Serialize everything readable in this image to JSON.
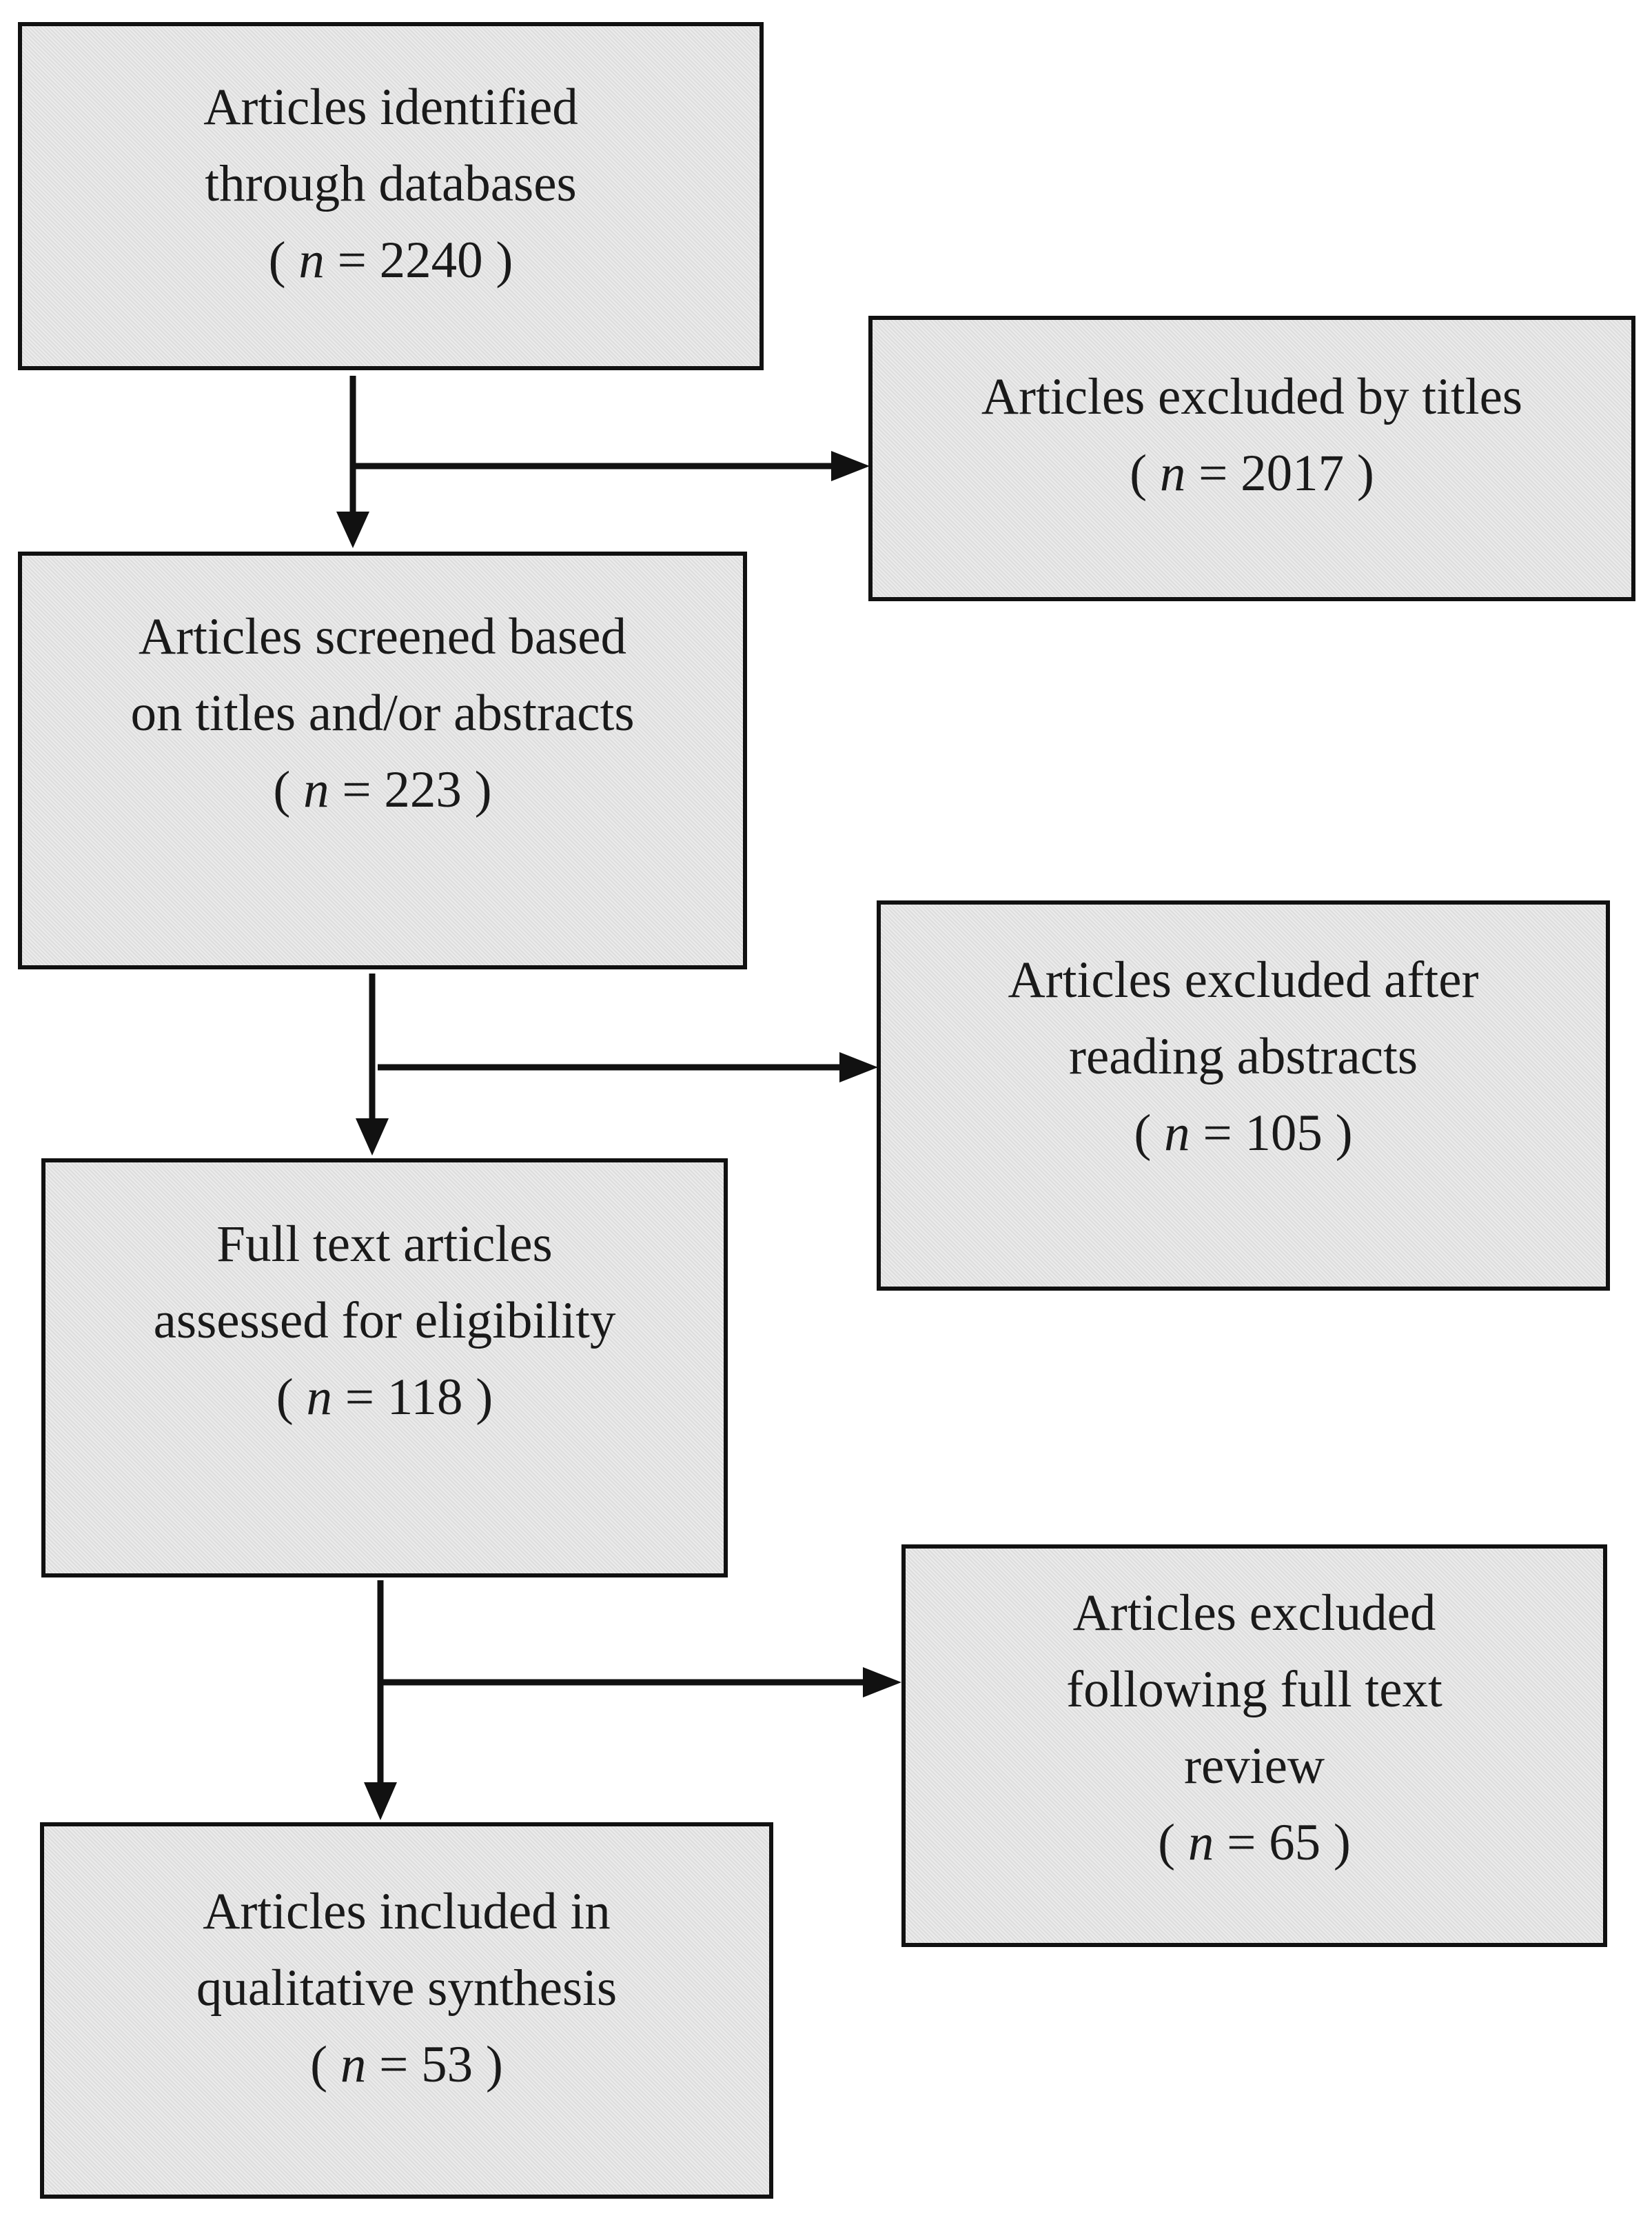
{
  "boxes": {
    "identified": {
      "lines": [
        "Articles identified",
        "through databases"
      ],
      "n_label": "n",
      "n_value": "= 2240"
    },
    "excluded_titles": {
      "lines": [
        "Articles excluded by titles"
      ],
      "n_label": "n",
      "n_value": "= 2017"
    },
    "screened": {
      "lines": [
        "Articles screened based",
        "on titles and/or abstracts"
      ],
      "n_label": "n",
      "n_value": "= 223"
    },
    "excluded_abstracts": {
      "lines": [
        "Articles excluded after",
        "reading abstracts"
      ],
      "n_label": "n",
      "n_value": "= 105"
    },
    "full_text": {
      "lines": [
        "Full text articles",
        "assessed for eligibility"
      ],
      "n_label": "n",
      "n_value": "= 118"
    },
    "excluded_full_text": {
      "lines": [
        "Articles excluded",
        "following full text",
        "review"
      ],
      "n_label": "n",
      "n_value": "= 65"
    },
    "included": {
      "lines": [
        "Articles included in",
        "qualitative synthesis"
      ],
      "n_label": "n",
      "n_value": "= 53"
    }
  },
  "colors": {
    "box_fill": "#e6e6e6",
    "border": "#111111",
    "text": "#1a1a1a"
  }
}
